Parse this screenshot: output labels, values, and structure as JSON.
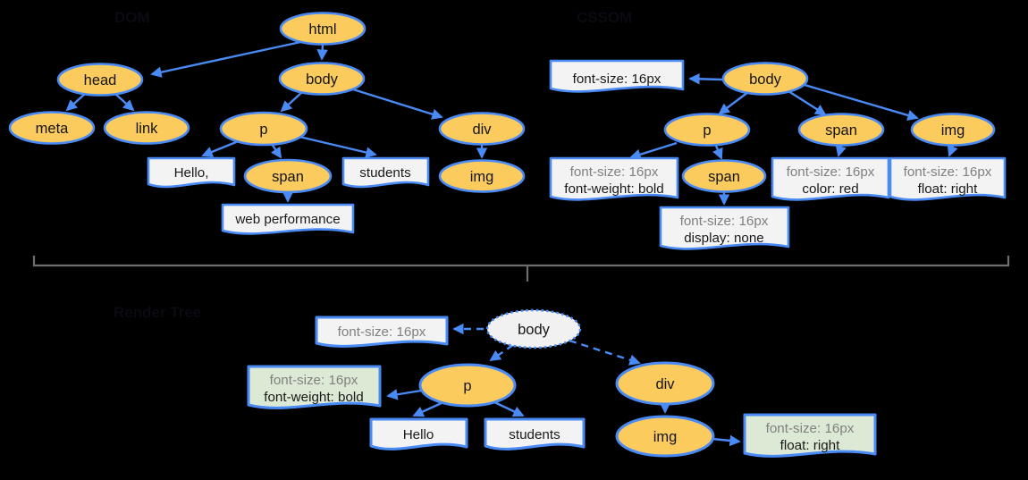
{
  "dom": {
    "label": "DOM",
    "nodes": {
      "html": "html",
      "head": "head",
      "body": "body",
      "meta": "meta",
      "link": "link",
      "p": "p",
      "div": "div",
      "span": "span",
      "img": "img"
    },
    "texts": {
      "hello": "Hello,",
      "students": "students",
      "web_performance": "web performance"
    }
  },
  "cssom": {
    "label": "CSSOM",
    "nodes": {
      "body": "body",
      "p": "p",
      "span": "span",
      "img": "img",
      "span_child": "span"
    },
    "styles": {
      "body_line1": "font-size: 16px",
      "p_line1": "font-size: 16px",
      "p_line2": "font-weight: bold",
      "span_line1": "font-size: 16px",
      "span_line2": "color: red",
      "img_line1": "font-size: 16px",
      "img_line2": "float: right",
      "span_child_line1": "font-size: 16px",
      "span_child_line2": "display: none"
    }
  },
  "render": {
    "label": "Render Tree",
    "nodes": {
      "body": "body",
      "p": "p",
      "div": "div",
      "img": "img"
    },
    "texts": {
      "hello": "Hello",
      "students": "students"
    },
    "styles": {
      "body_line1": "font-size: 16px",
      "p_line1": "font-size: 16px",
      "p_line2": "font-weight: bold",
      "img_line1": "font-size: 16px",
      "img_line2": "float: right"
    }
  },
  "colors": {
    "node_fill": "#FBCB5D",
    "blue_stroke": "#4A8AF4",
    "box_fill": "#F3F3F3",
    "green_box_fill": "#DCE9D5",
    "gray_text": "#808080",
    "brace_gray": "#6E6E6E",
    "render_body_fill": "#F1F1F1",
    "background": "#000000"
  }
}
